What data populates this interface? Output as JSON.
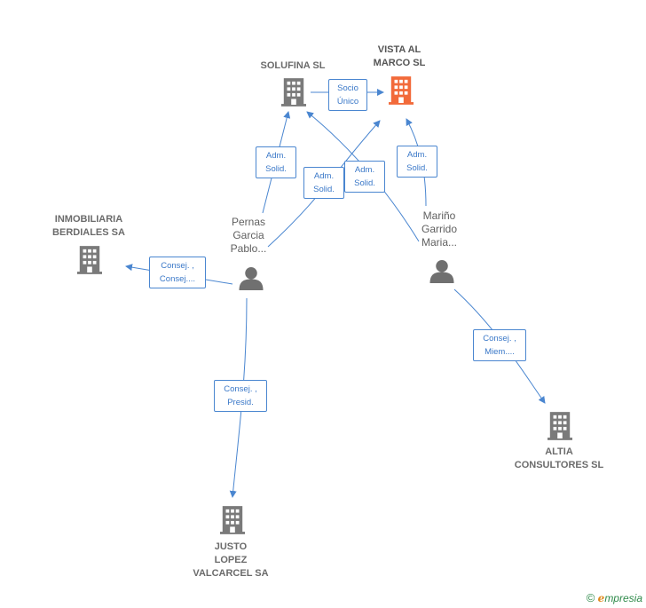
{
  "colors": {
    "edge": "#4a86d0",
    "company": "#7a7a7a",
    "main_company": "#f26a3a",
    "person": "#707070"
  },
  "companies": {
    "solufina": "SOLUFINA SL",
    "vista": "VISTA AL\nMARCO  SL",
    "inmobiliaria": "INMOBILIARIA\nBERDIALES SA",
    "altia": "ALTIA\nCONSULTORES SL",
    "justo": "JUSTO\nLOPEZ\nVALCARCEL SA"
  },
  "persons": {
    "pernas": "Pernas\nGarcia\nPablo...",
    "marino": "Mariño\nGarrido\nMaria..."
  },
  "badges": {
    "socio": "Socio\nÚnico",
    "adm1": "Adm.\nSolid.",
    "adm2": "Adm.\nSolid.",
    "adm3": "Adm.\nSolid.",
    "adm4": "Adm.\nSolid.",
    "consej_inmob": "Consej. ,\nConsej....",
    "consej_justo": "Consej. ,\nPresid.",
    "consej_altia": "Consej. ,\nMiem...."
  },
  "footer": {
    "copyright": "©",
    "brand_e": "e",
    "brand_rest": "mpresia"
  }
}
